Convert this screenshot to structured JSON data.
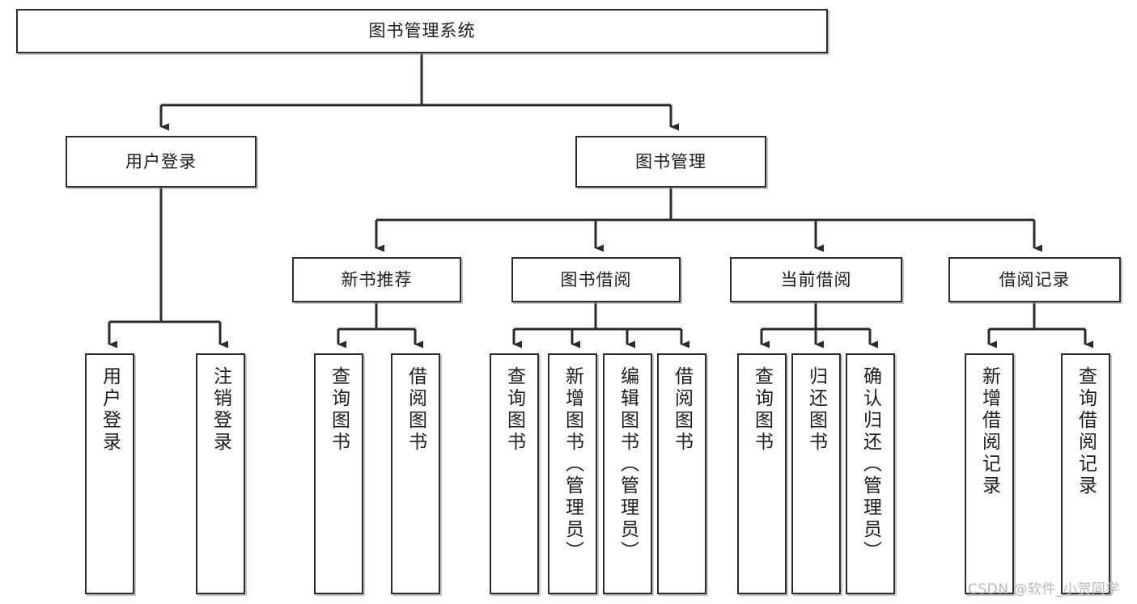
{
  "diagram": {
    "title": "图书管理系统",
    "type": "tree-hierarchy",
    "watermark": "CSDN @软件_小贺同学",
    "colors": {
      "box_border": "#2b2b2b",
      "box_fill": "#ffffff",
      "edge": "#2b2b2b",
      "text": "#1c1c1c",
      "watermark": "#b9b9b9"
    }
  },
  "nodes": {
    "root": {
      "label": "图书管理系统"
    },
    "level2": [
      {
        "label": "用户登录"
      },
      {
        "label": "图书管理"
      }
    ],
    "level3": [
      {
        "label": "新书推荐"
      },
      {
        "label": "图书借阅"
      },
      {
        "label": "当前借阅"
      },
      {
        "label": "借阅记录"
      }
    ],
    "leaves": {
      "user_login": [
        {
          "label": "用户登录"
        },
        {
          "label": "注销登录"
        }
      ],
      "new_book_recommend": [
        {
          "label": "查询图书"
        },
        {
          "label": "借阅图书"
        }
      ],
      "book_borrow": [
        {
          "label": "查询图书"
        },
        {
          "label": "新增图书（管理员）"
        },
        {
          "label": "编辑图书（管理员）"
        },
        {
          "label": "借阅图书"
        }
      ],
      "current_borrow": [
        {
          "label": "查询图书"
        },
        {
          "label": "归还图书"
        },
        {
          "label": "确认归还（管理员）"
        }
      ],
      "borrow_record": [
        {
          "label": "新增借阅记录"
        },
        {
          "label": "查询借阅记录"
        }
      ]
    }
  },
  "chart_data": {
    "type": "tree",
    "title": "图书管理系统",
    "root": "图书管理系统",
    "edges": [
      [
        "图书管理系统",
        "用户登录"
      ],
      [
        "图书管理系统",
        "图书管理"
      ],
      [
        "用户登录",
        "用户登录"
      ],
      [
        "用户登录",
        "注销登录"
      ],
      [
        "图书管理",
        "新书推荐"
      ],
      [
        "图书管理",
        "图书借阅"
      ],
      [
        "图书管理",
        "当前借阅"
      ],
      [
        "图书管理",
        "借阅记录"
      ],
      [
        "新书推荐",
        "查询图书"
      ],
      [
        "新书推荐",
        "借阅图书"
      ],
      [
        "图书借阅",
        "查询图书"
      ],
      [
        "图书借阅",
        "新增图书（管理员）"
      ],
      [
        "图书借阅",
        "编辑图书（管理员）"
      ],
      [
        "图书借阅",
        "借阅图书"
      ],
      [
        "当前借阅",
        "查询图书"
      ],
      [
        "当前借阅",
        "归还图书"
      ],
      [
        "当前借阅",
        "确认归还（管理员）"
      ],
      [
        "借阅记录",
        "新增借阅记录"
      ],
      [
        "借阅记录",
        "查询借阅记录"
      ]
    ],
    "levels": 4
  }
}
